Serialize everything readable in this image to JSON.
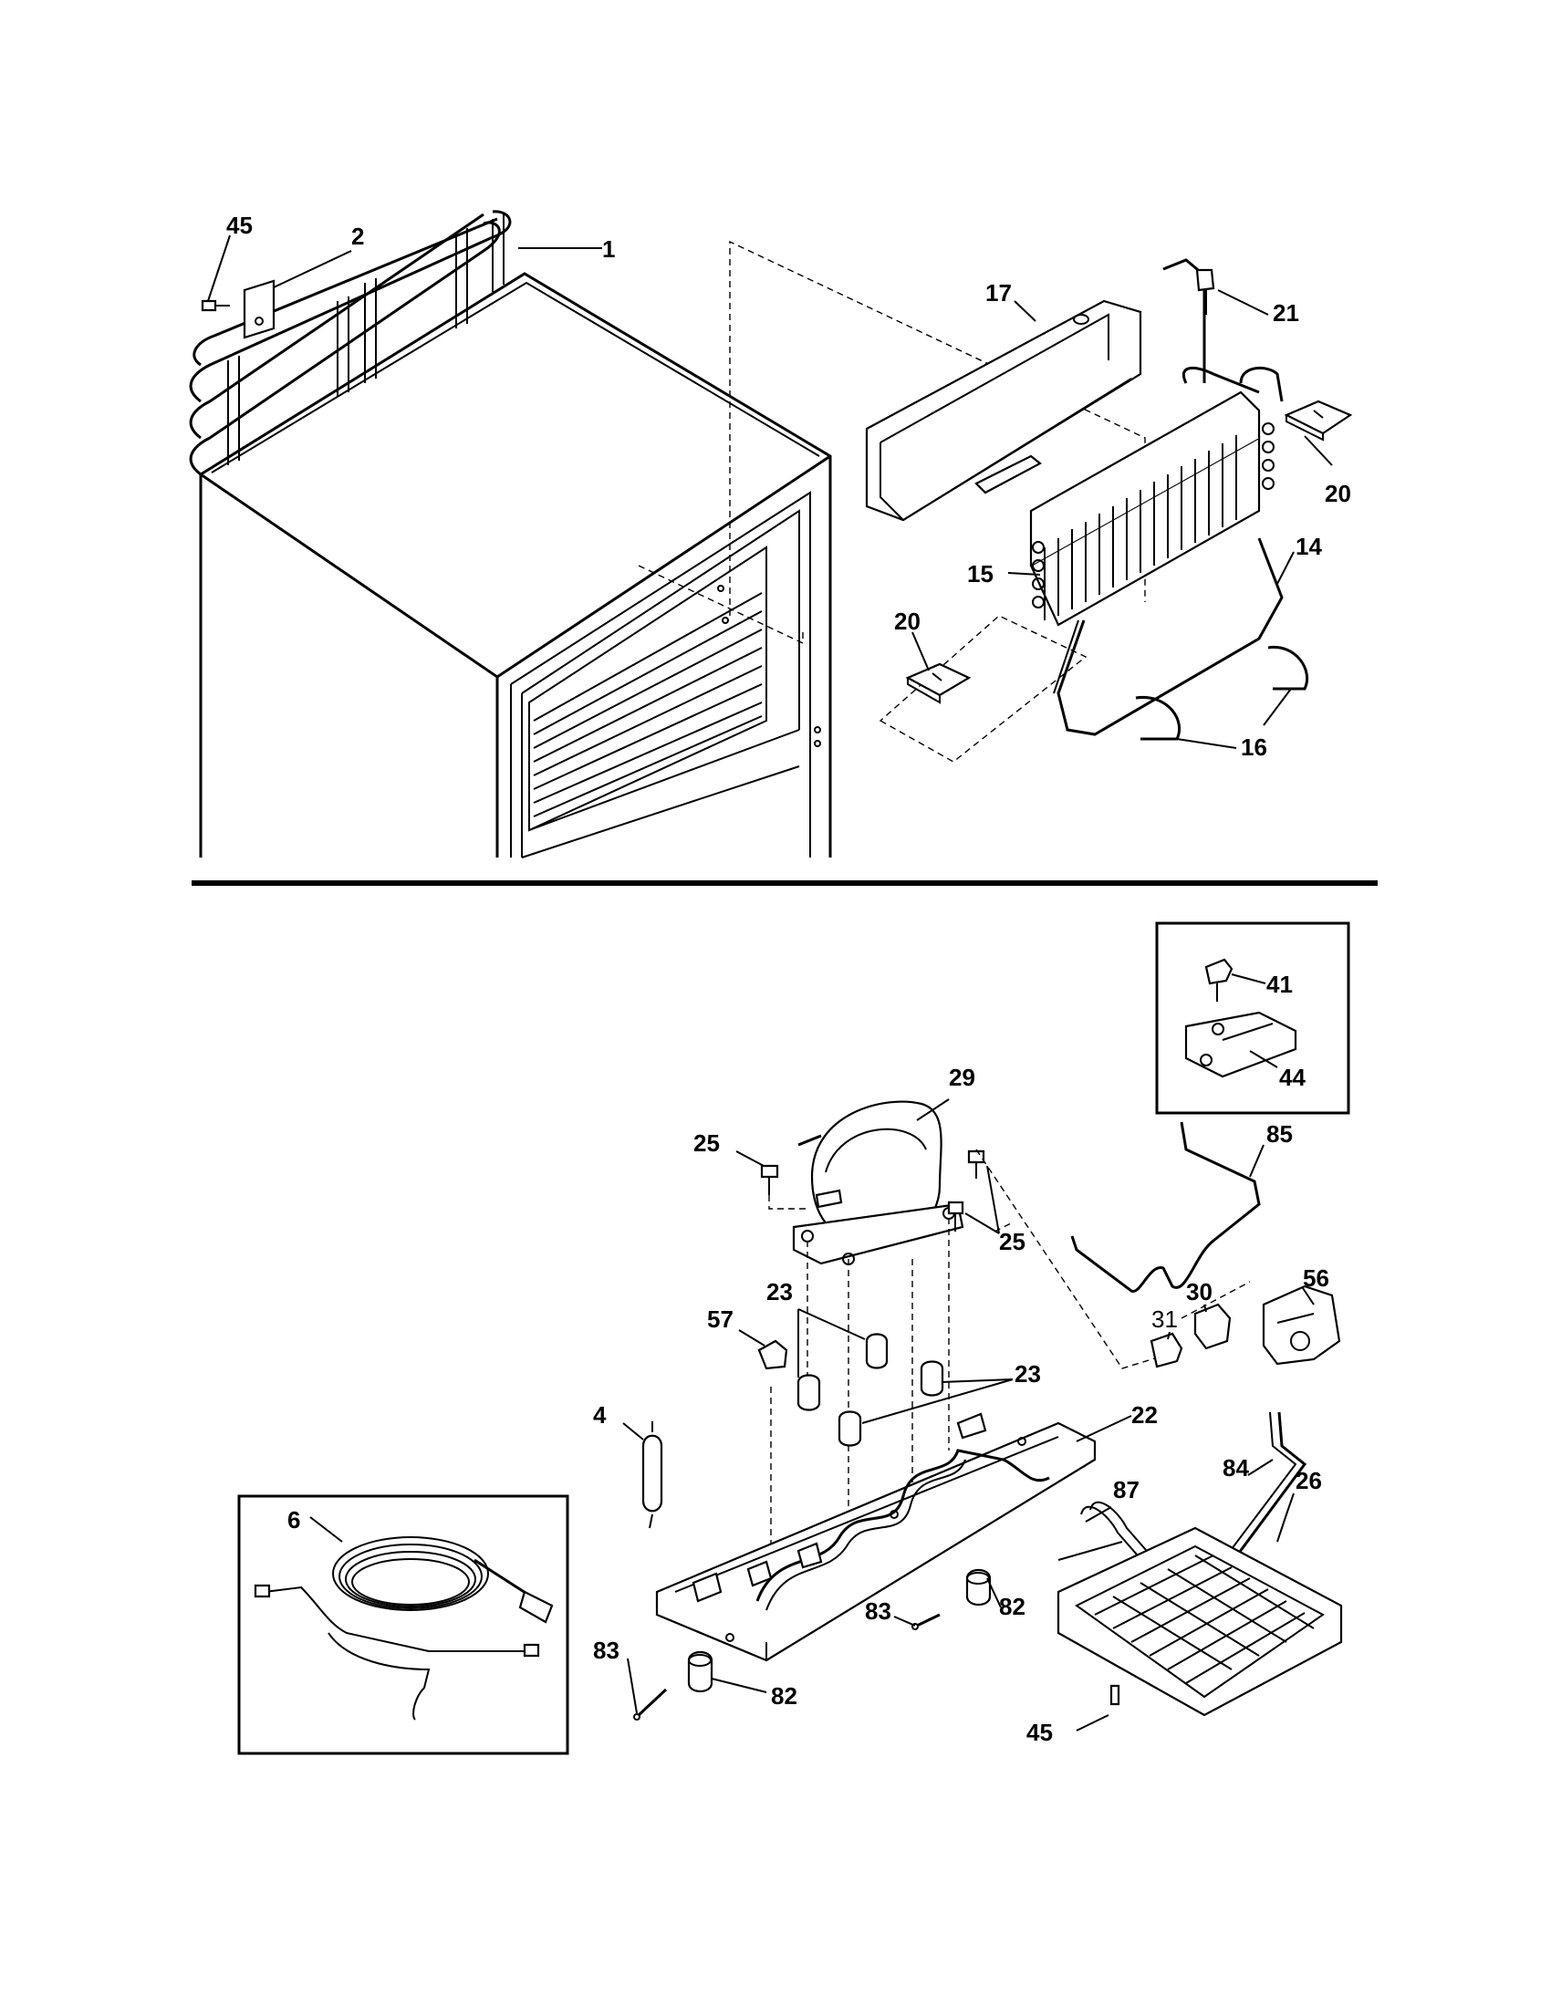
{
  "callouts": {
    "c45a": "45",
    "c2": "2",
    "c1": "1",
    "c17": "17",
    "c21": "21",
    "c20a": "20",
    "c15": "15",
    "c14": "14",
    "c20b": "20",
    "c16": "16",
    "c41": "41",
    "c44": "44",
    "c29": "29",
    "c85": "85",
    "c25a": "25",
    "c25b": "25",
    "c56": "56",
    "c30": "30",
    "c31": "31",
    "c23a": "23",
    "c57": "57",
    "c23b": "23",
    "c4": "4",
    "c22": "22",
    "c87": "87",
    "c84": "84",
    "c26": "26",
    "c6": "6",
    "c82a": "82",
    "c83a": "83",
    "c83b": "83",
    "c82b": "82",
    "c45b": "45"
  },
  "colors": {
    "ink": "#000000",
    "paper": "#ffffff"
  }
}
